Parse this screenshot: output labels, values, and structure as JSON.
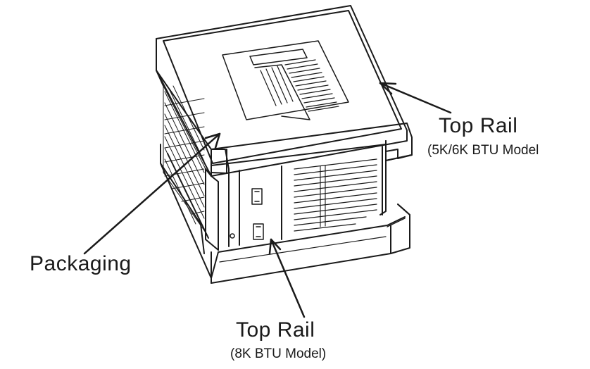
{
  "figure": {
    "subject": "air-conditioner-in-packaging",
    "line_color": "#1a1a1a",
    "background_color": "#ffffff"
  },
  "callouts": {
    "top_rail_upper": {
      "title": "Top Rail",
      "subtitle": "(5K/6K BTU Model"
    },
    "packaging": {
      "title": "Packaging"
    },
    "top_rail_lower": {
      "title": "Top Rail",
      "subtitle": "(8K BTU Model)"
    }
  }
}
